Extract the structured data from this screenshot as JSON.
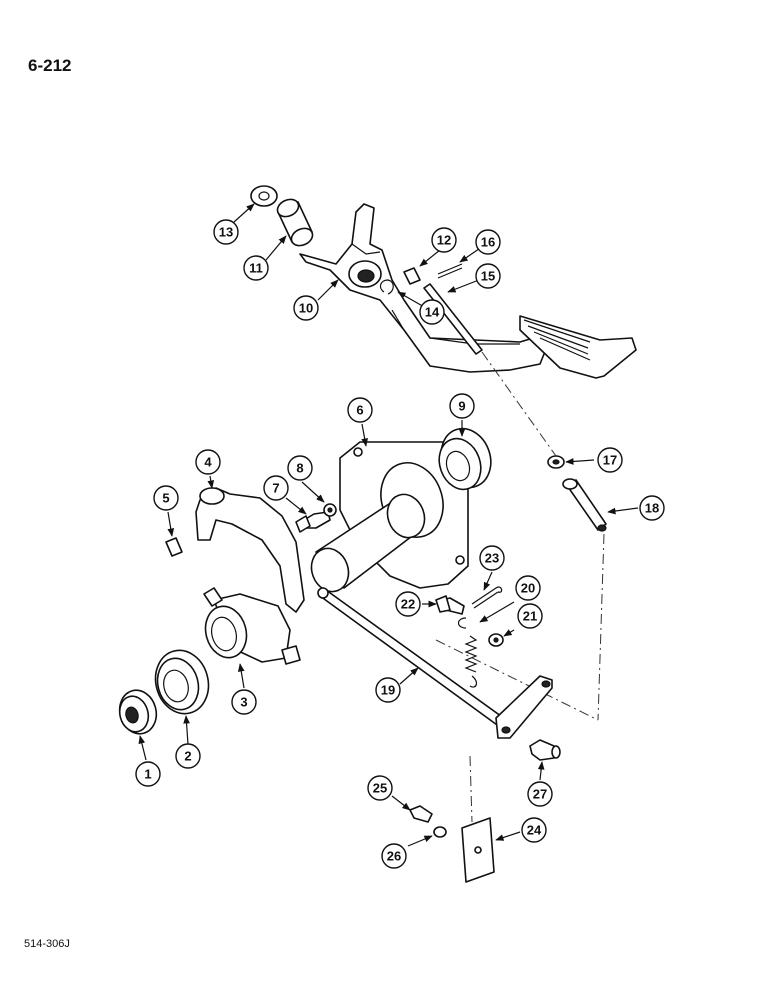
{
  "page_number": "6-212",
  "figure_code": "514-306J",
  "callouts": [
    "1",
    "2",
    "3",
    "4",
    "5",
    "6",
    "7",
    "8",
    "9",
    "10",
    "11",
    "12",
    "13",
    "14",
    "15",
    "16",
    "17",
    "18",
    "19",
    "20",
    "21",
    "22",
    "23",
    "24",
    "25",
    "26",
    "27"
  ]
}
